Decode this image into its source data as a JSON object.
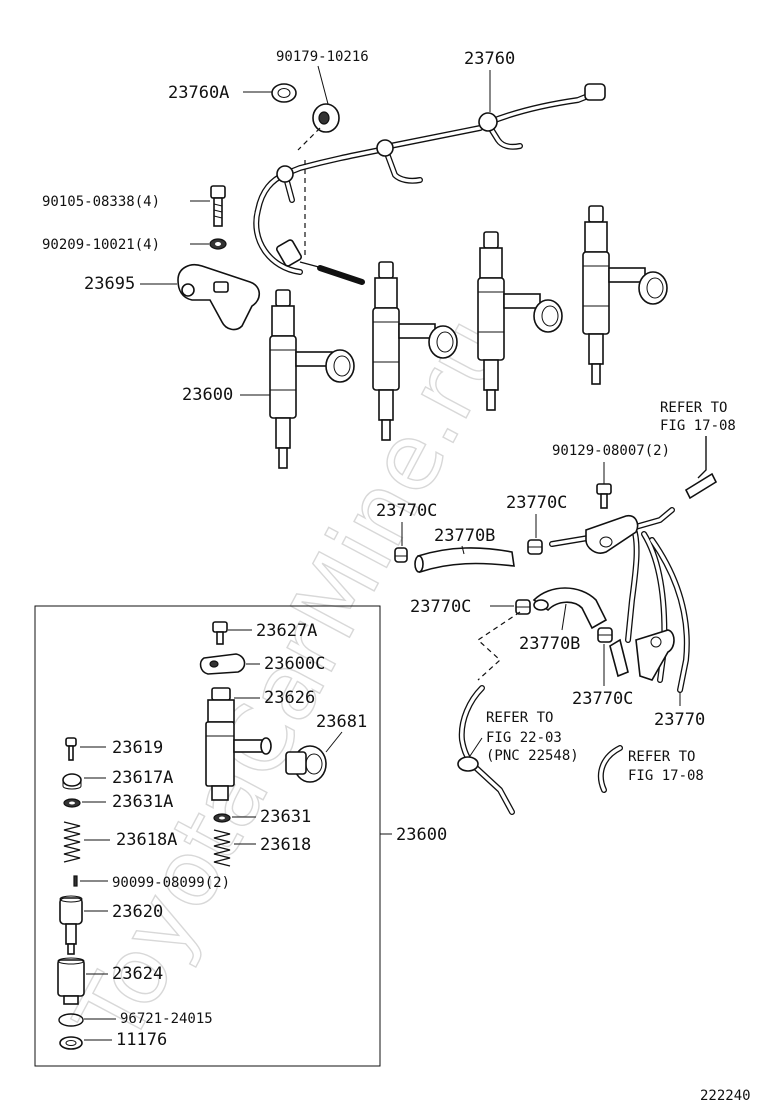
{
  "watermark": "ToyotaCarMine.ru",
  "figure_code": "222240",
  "labels": {
    "p23760A": "23760A",
    "p90179": "90179-10216",
    "p23760": "23760",
    "p90105": "90105-08338(4)",
    "p90209": "90209-10021(4)",
    "p23695": "23695",
    "p23600_top": "23600",
    "p90129": "90129-08007(2)",
    "p23770C_a": "23770C",
    "p23770C_b": "23770C",
    "p23770B_a": "23770B",
    "p23770C_c": "23770C",
    "p23770B_b": "23770B",
    "p23770C_d": "23770C",
    "p23770": "23770",
    "p23627A": "23627A",
    "p23600C": "23600C",
    "p23626": "23626",
    "p23681": "23681",
    "p23619": "23619",
    "p23617A": "23617A",
    "p23631A": "23631A",
    "p23631": "23631",
    "p23618A": "23618A",
    "p23618": "23618",
    "p23600_box": "23600",
    "p90099": "90099-08099(2)",
    "p23620": "23620",
    "p23624": "23624",
    "p96721": "96721-24015",
    "p11176": "11176"
  },
  "references": {
    "ref1_line1": "REFER TO",
    "ref1_line2": "FIG 17-08",
    "ref2_line1": "REFER TO",
    "ref2_line2": "FIG 22-03",
    "ref2_line3": "(PNC 22548)",
    "ref3_line1": "REFER TO",
    "ref3_line2": "FIG 17-08"
  }
}
